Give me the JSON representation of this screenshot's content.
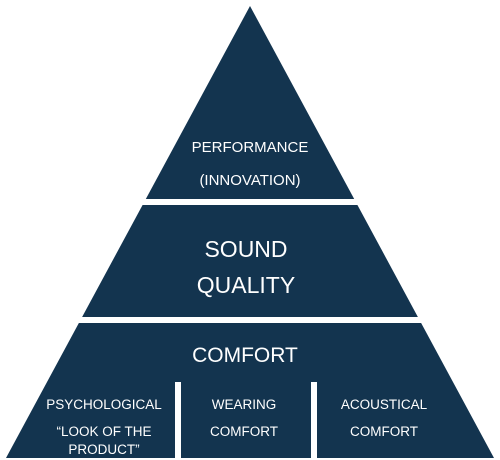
{
  "colors": {
    "fill": "#13344f",
    "separator": "#ffffff",
    "text": "#ffffff"
  },
  "pyramid": {
    "top": {
      "line1": "PERFORMANCE",
      "line2": "(INNOVATION)"
    },
    "middle": {
      "line1": "SOUND",
      "line2": "QUALITY"
    },
    "base": {
      "title": "COMFORT",
      "psychological": {
        "line1": "PSYCHOLOGICAL",
        "line2": "“LOOK OF THE",
        "line3": "PRODUCT”"
      },
      "wearing": {
        "line1": "WEARING",
        "line2": "COMFORT"
      },
      "acoustical": {
        "line1": "ACOUSTICAL",
        "line2": "COMFORT"
      }
    }
  }
}
